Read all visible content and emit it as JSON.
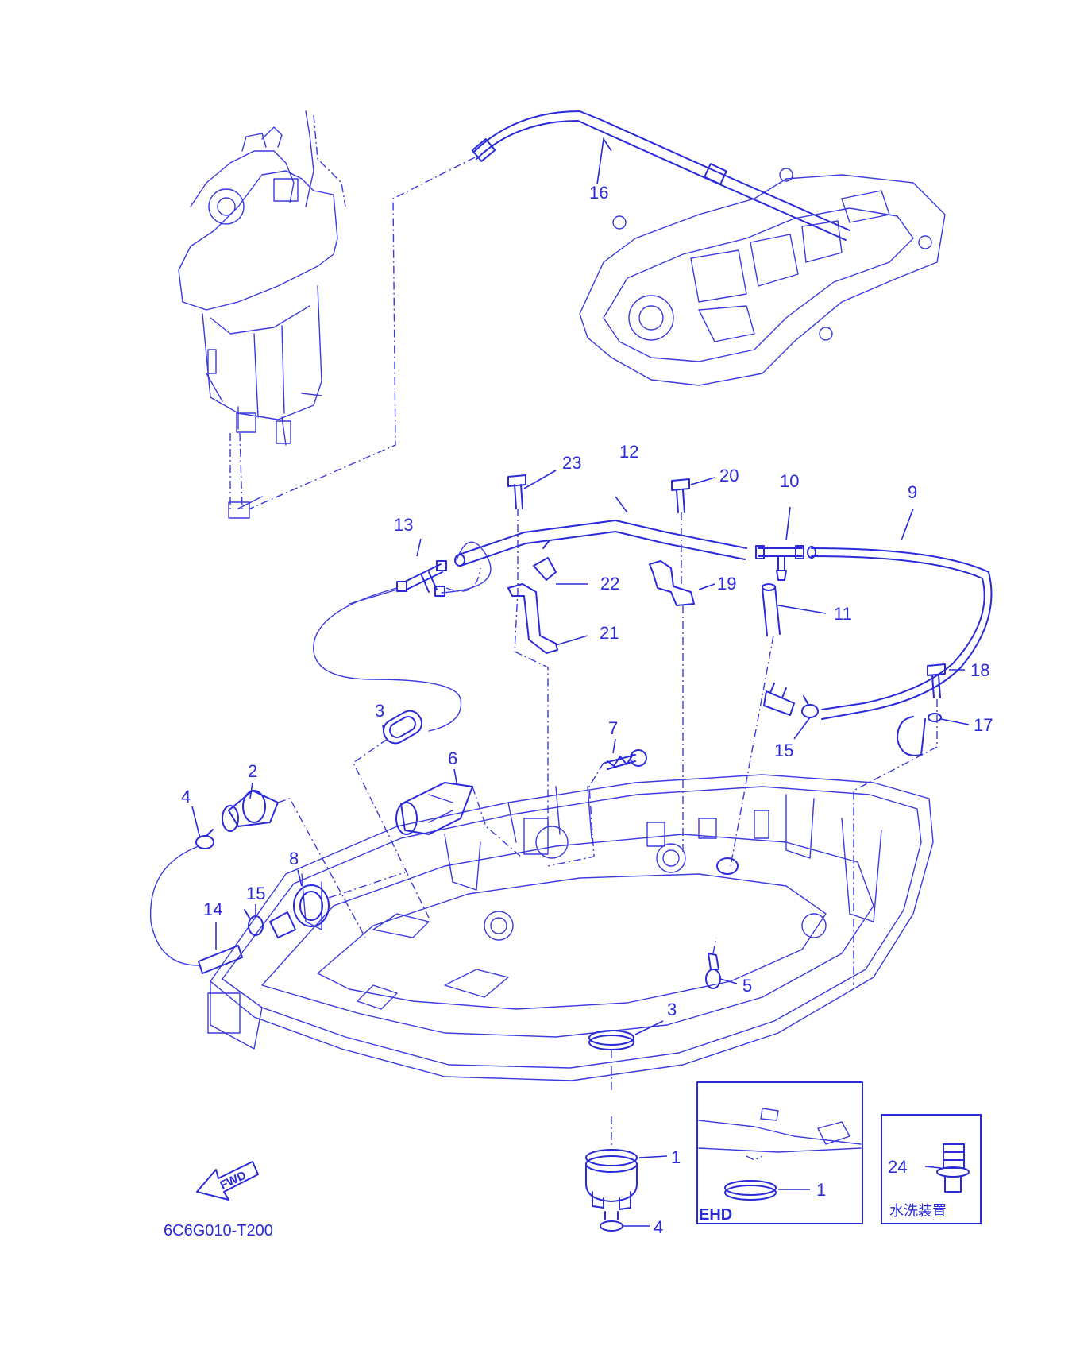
{
  "diagram": {
    "drawing_code": "6C6G010-T200",
    "direction_marker": "FWD",
    "inset_ehd": {
      "label": "EHD",
      "part": "1"
    },
    "inset_flush": {
      "label": "水洗装置",
      "part": "24"
    },
    "callouts": {
      "c1a": "1",
      "c2": "2",
      "c3a": "3",
      "c3b": "3",
      "c4a": "4",
      "c4b": "4",
      "c5": "5",
      "c6": "6",
      "c7": "7",
      "c8": "8",
      "c9": "9",
      "c10": "10",
      "c11": "11",
      "c12": "12",
      "c13": "13",
      "c14": "14",
      "c15a": "15",
      "c15b": "15",
      "c16": "16",
      "c17": "17",
      "c18": "18",
      "c19": "19",
      "c20": "20",
      "c21": "21",
      "c22": "22",
      "c23": "23"
    },
    "colors": {
      "ink": "#2a2ad8",
      "background": "#ffffff"
    }
  }
}
